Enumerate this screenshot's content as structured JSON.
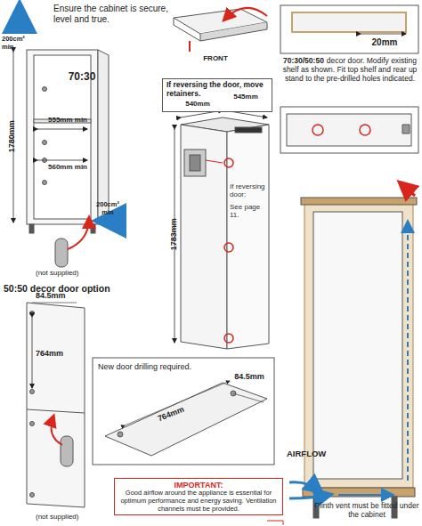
{
  "diagram": {
    "nodes": [
      {
        "text": [
          "If reversing the door, move retainers."
        ]
      },
      {
        "text": [
          "New door drilling required."
        ]
      },
      {
        "text": [
          "IMPORTANT:",
          "Good airflow around the appliance is essential for optimum performance and energy saving. Ventilation channels must be provided."
        ]
      }
    ],
    "labels": [
      "Ensure the cabinet is secure, level and true.",
      "200cm² min",
      "70:30",
      "1780mm",
      "555mm min",
      "560mm min",
      "200cm² min",
      "(not supplied)",
      "FRONT",
      "20mm",
      "70:30/50:50",
      "decor door. Modify existing shelf as shown. Fit top shelf and rear up stand to the pre-drilled holes indicated.",
      "540mm",
      "545mm",
      "1783mm",
      "If reversing door:",
      "See page 11.",
      "50:50 decor door option",
      "84.5mm",
      "764mm",
      "(not supplied)",
      "764mm",
      "84.5mm",
      "AIRFLOW",
      "Plinth vent must be fitted under the cabinet"
    ]
  }
}
